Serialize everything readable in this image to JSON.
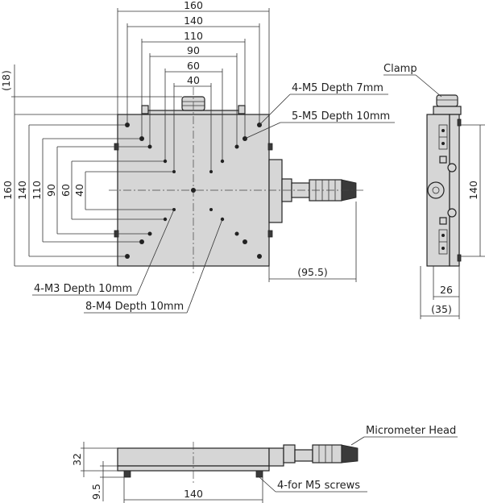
{
  "colors": {
    "body_fill": "#d6d6d6",
    "line": "#222222",
    "background": "#ffffff"
  },
  "top_view": {
    "top_dims": [
      "160",
      "140",
      "110",
      "90",
      "60",
      "40"
    ],
    "left_dims": [
      "(18)",
      "160",
      "140",
      "110",
      "90",
      "60",
      "40"
    ],
    "travel": "(95.5)",
    "callouts": {
      "m5_depth7": "4-M5 Depth 7mm",
      "m5_depth10": "5-M5 Depth 10mm",
      "m3_depth10": "4-M3 Depth 10mm",
      "m4_depth10": "8-M4 Depth 10mm"
    }
  },
  "side_view": {
    "clamp_label": "Clamp",
    "height_dim": "140",
    "width_dim": "26",
    "width_total": "(35)"
  },
  "front_view": {
    "micrometer_label": "Micrometer Head",
    "height_dim": "32",
    "base_dim": "9.5",
    "width_dim": "140",
    "screws_label": "4-for M5 screws"
  }
}
